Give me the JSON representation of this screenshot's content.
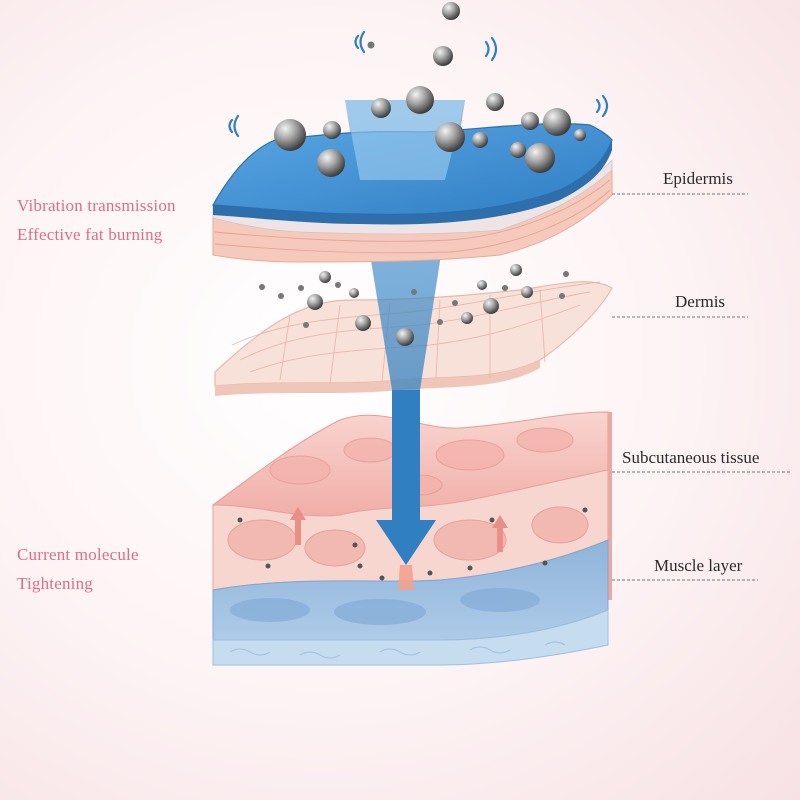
{
  "colors": {
    "pink_text": "#e06c8a",
    "label_text": "#2b2b2b",
    "arrow_blue": "#2f7fc1",
    "epidermis_blue": "#3f90d3",
    "dermis_pink": "#f7dcd3",
    "subcutaneous_pink": "#f3b7b0",
    "muscle_blue": "#8eb4dc"
  },
  "left_annotations": {
    "top": [
      "Vibration transmission",
      "Effective fat burning"
    ],
    "bottom": [
      "Current molecule",
      "Tightening"
    ]
  },
  "layer_labels": {
    "epidermis": "Epidermis",
    "dermis": "Dermis",
    "subcutaneous": "Subcutaneous tissue",
    "muscle": "Muscle layer"
  },
  "icons": [
    "vibration-wave-icon",
    "molecule-sphere-icon",
    "down-arrow-icon",
    "up-arrow-icon"
  ]
}
